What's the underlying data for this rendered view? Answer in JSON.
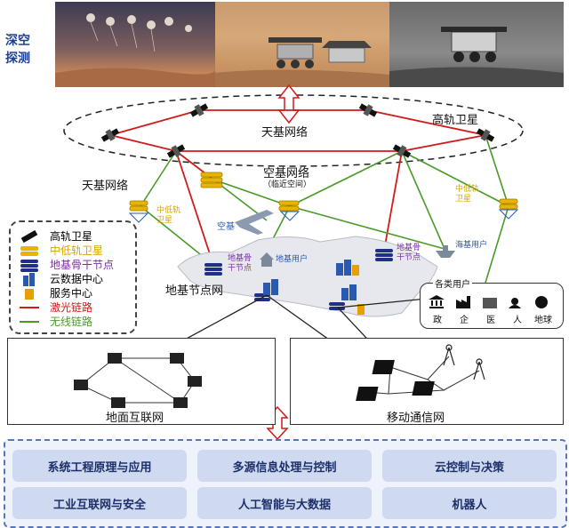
{
  "deep_space": {
    "line1": "深空",
    "line2": "探测"
  },
  "top_labels": {
    "space_network_center": "天基网络",
    "high_orbit": "高轨卫星",
    "space_network_left": "天基网络",
    "air_network": "空基网络",
    "near_space": "（临近空间）",
    "mid_orbit_left": "中低轨\n卫星",
    "mid_orbit_right": "中低轨\n卫星",
    "aircraft": "空基",
    "ground_backbone": "地基骨\n干节点",
    "ground_user": "地基用户",
    "ground_backbone_right": "地基骨\n干节点",
    "sea_user": "海基用户",
    "ground_node_network": "地基节点网"
  },
  "legend": {
    "items": [
      {
        "label": "高轨卫星",
        "color": "#111111"
      },
      {
        "label": "中低轨卫星",
        "color": "#d9a400"
      },
      {
        "label": "地基骨干节点",
        "color": "#7b2fa8"
      },
      {
        "label": "云数据中心",
        "color": "#111111"
      },
      {
        "label": "服务中心",
        "color": "#111111"
      },
      {
        "label": "激光链路",
        "color": "#d11a1a"
      },
      {
        "label": "无线链路",
        "color": "#4a9a2a"
      }
    ]
  },
  "users_box": {
    "title": "各类用户",
    "items": [
      "政",
      "企",
      "医",
      "人",
      "地球"
    ]
  },
  "ground_internet": {
    "label": "地面互联网"
  },
  "mobile_network": {
    "label": "移动通信网"
  },
  "courses": [
    "系统工程原理与应用",
    "多源信息处理与控制",
    "云控制与决策",
    "工业互联网与安全",
    "人工智能与大数据",
    "机器人"
  ],
  "colors": {
    "laser": "#d11a1a",
    "wireless": "#4a9a2a",
    "gold": "#e8b400",
    "backbone": "#1f2f8a",
    "accent": "#1f3f8f"
  }
}
